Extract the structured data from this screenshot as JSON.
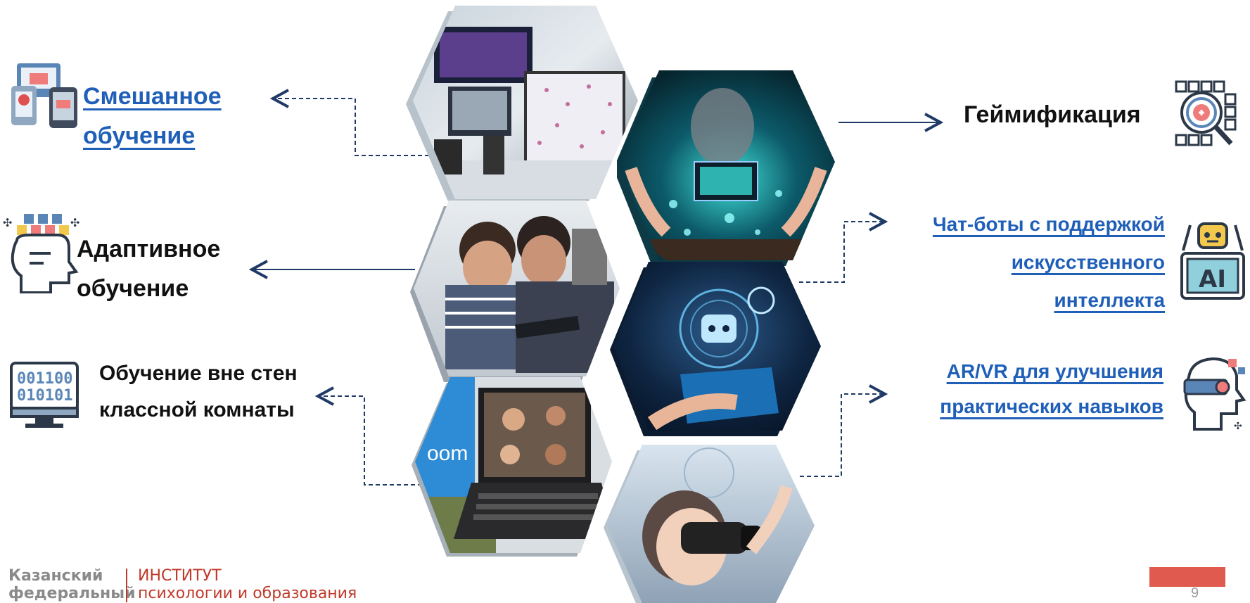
{
  "left": {
    "blended": [
      "Смешанное",
      "обучение"
    ],
    "adaptive": [
      "Адаптивное",
      "обучение"
    ],
    "outside": [
      "Обучение вне стен",
      "классной комнаты"
    ]
  },
  "right": {
    "gamification": "Геймификация",
    "chatbots": [
      "Чат-боты с поддержкой",
      "искусственного",
      "интеллекта"
    ],
    "arvr": [
      "AR/VR для улучшения",
      "практических навыков"
    ]
  },
  "icons": {
    "blended": "devices-icon",
    "adaptive": "head-with-gears-icon",
    "outside": "binary-monitor-icon",
    "gamification": "target-magnifier-icon",
    "chatbots": "ai-robot-icon",
    "arvr": "vr-head-icon"
  },
  "hex_images": [
    {
      "name": "hex-photo-lab-microscope",
      "caption": ""
    },
    {
      "name": "hex-photo-gaming-hologram",
      "caption": ""
    },
    {
      "name": "hex-photo-students-tablet",
      "caption": ""
    },
    {
      "name": "hex-photo-chatbot-phone",
      "caption": ""
    },
    {
      "name": "hex-photo-zoom-laptop",
      "caption": "oom"
    },
    {
      "name": "hex-photo-vr-child",
      "caption": ""
    }
  ],
  "footer": {
    "uni_line1": "Казанский",
    "uni_line2": "федеральный",
    "inst_line1": "ИНСТИТУТ",
    "inst_line2": "психологии и образования"
  },
  "page_number": "9",
  "colors": {
    "link": "#1f5fb8",
    "arrow": "#1f3a66",
    "footer_red": "#c0392b",
    "page_tab": "#e05a4f"
  }
}
